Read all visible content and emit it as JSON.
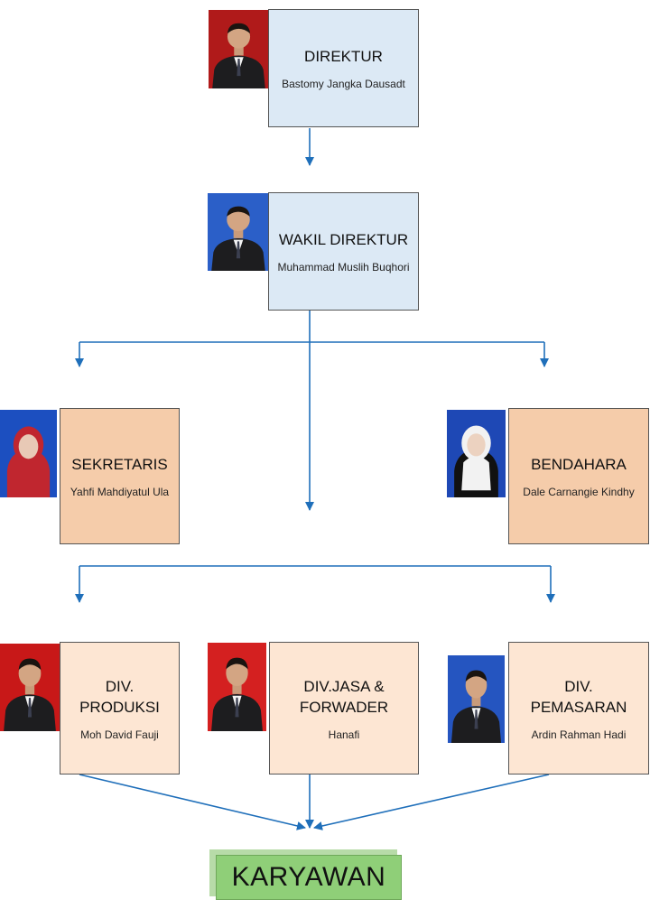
{
  "nodes": {
    "direktur": {
      "title": "DIREKTUR",
      "name": "Bastomy Jangka Dausadt"
    },
    "wakil": {
      "title": "WAKIL DIREKTUR",
      "name": "Muhammad Muslih Buqhori"
    },
    "sekretaris": {
      "title": "SEKRETARIS",
      "name": "Yahfi Mahdiyatul Ula"
    },
    "bendahara": {
      "title": "BENDAHARA",
      "name": "Dale Carnangie Kindhy"
    },
    "produksi": {
      "title_line1": "DIV.",
      "title_line2": "PRODUKSI",
      "name": "Moh David Fauji"
    },
    "jasa": {
      "title_line1": "DIV.JASA &",
      "title_line2": "FORWADER",
      "name": "Hanafi"
    },
    "pemasaran": {
      "title_line1": "DIV.",
      "title_line2": "PEMASARAN",
      "name": "Ardin Rahman Hadi"
    },
    "karyawan": {
      "label": "KARYAWAN"
    }
  },
  "colors": {
    "connector": "#1f6fba",
    "top_box": "#dce9f5",
    "staff_box": "#f5ccaa",
    "division_box": "#fde6d3",
    "karyawan": "#8fcf78"
  },
  "photos": [
    {
      "id": "direktur",
      "background": "#b01a1a",
      "clothing": "suit"
    },
    {
      "id": "wakil",
      "background": "#2b5fc8",
      "clothing": "suit"
    },
    {
      "id": "sekretaris",
      "background": "#1c4fc0",
      "clothing": "hijab-red"
    },
    {
      "id": "bendahara",
      "background": "#1e48b5",
      "clothing": "hijab-white"
    },
    {
      "id": "produksi",
      "background": "#c81818",
      "clothing": "suit"
    },
    {
      "id": "jasa",
      "background": "#d42020",
      "clothing": "suit"
    },
    {
      "id": "pemasaran",
      "background": "#2555c0",
      "clothing": "suit"
    }
  ]
}
